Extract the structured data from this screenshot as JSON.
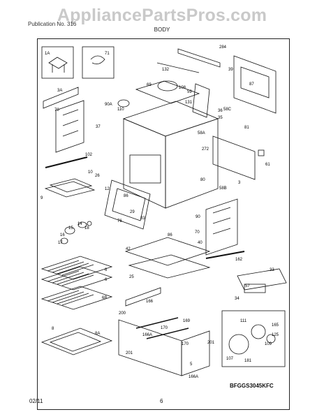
{
  "watermark": "AppliancePartsPros.com",
  "header_text": "Publication No. 316",
  "section_title": "BODY",
  "model_code": "BFGGS3045KFC",
  "footer": {
    "date": "02/11",
    "page": "6"
  },
  "callouts": [
    "1A",
    "71",
    "284",
    "39",
    "87",
    "3A",
    "132",
    "69",
    "108",
    "70",
    "90A",
    "59",
    "110",
    "131",
    "36",
    "58C",
    "35",
    "37",
    "81",
    "58A",
    "272",
    "102",
    "10",
    "26",
    "12",
    "80",
    "3",
    "61",
    "9",
    "86",
    "58B",
    "29",
    "83",
    "90",
    "14",
    "15",
    "76",
    "16",
    "17",
    "86",
    "18",
    "70",
    "40",
    "42",
    "162",
    "6",
    "25",
    "33",
    "6",
    "57",
    "34",
    "6B",
    "166",
    "200",
    "111",
    "165",
    "169",
    "8",
    "166A",
    "170",
    "125",
    "8A",
    "170",
    "201",
    "109",
    "107",
    "181",
    "5",
    "166A",
    "201"
  ],
  "colors": {
    "ink": "#111111",
    "watermark": "#c9c9c9",
    "frame": "#222222"
  }
}
